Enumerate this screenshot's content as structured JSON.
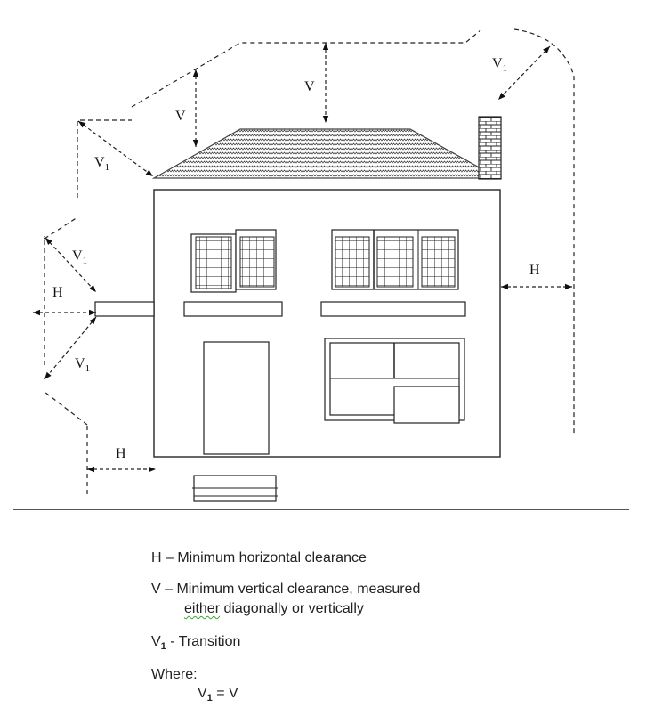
{
  "labels": {
    "v": "V",
    "v1_main": "V",
    "v1_sub": "1",
    "h": "H"
  },
  "legend": {
    "h_line": "H – Minimum horizontal  clearance",
    "v_line1": "V – Minimum vertical clearance, measured",
    "v_line2_word": "either",
    "v_line2_rest": " diagonally  or vertically",
    "v1_main": "V",
    "v1_sub": "1",
    "v1_rest": " - Transition",
    "where": "Where:",
    "eq_main": "V",
    "eq_sub": "1",
    "eq_rest": " = V"
  }
}
